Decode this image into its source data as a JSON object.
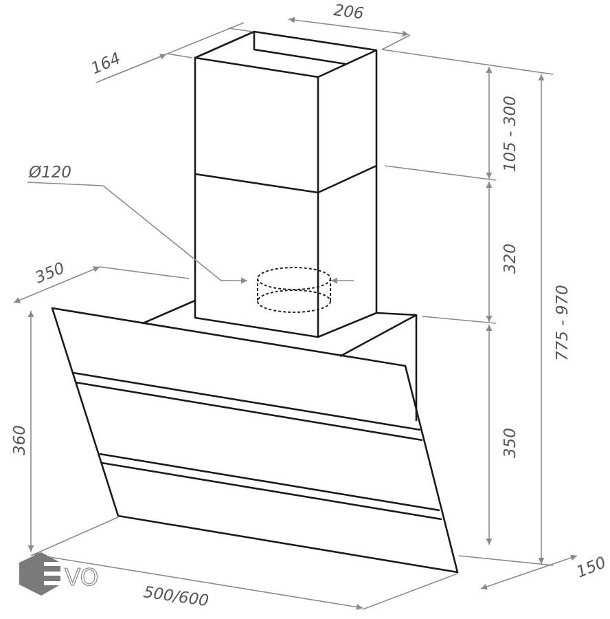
{
  "drawing": {
    "title": "Cooker hood dimension drawing",
    "dimensions": {
      "chimney_width": "206",
      "chimney_depth": "164",
      "duct_diameter": "Ø120",
      "hood_depth": "350",
      "hood_height": "360",
      "upper_chimney": "105 - 300",
      "lower_chimney": "320",
      "body_height": "350",
      "total_height": "775 - 970",
      "bottom_depth": "150",
      "width": "500/600"
    },
    "logo": "EVO",
    "colors": {
      "line": "#1a1a1a",
      "dimension": "#8a8a8a",
      "text": "#555555",
      "logo": "#7a7a7a"
    }
  }
}
